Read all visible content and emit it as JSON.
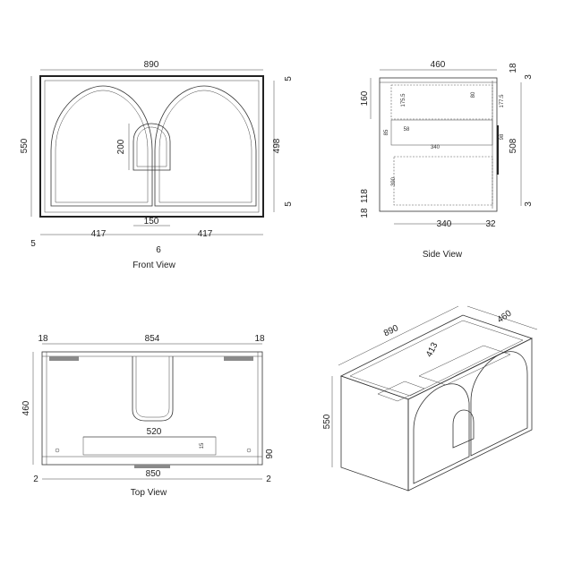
{
  "views": {
    "front": {
      "caption": "Front View",
      "dims": {
        "width": "890",
        "height": "550",
        "inner_height": "498",
        "top_gap": "5",
        "bottom_gap": "5",
        "panel_left": "417",
        "panel_right": "417",
        "side_left": "5",
        "center_gap": "6",
        "handle_width": "150",
        "handle_height": "200"
      }
    },
    "side": {
      "caption": "Side View",
      "dims": {
        "depth": "460",
        "top_thk": "18",
        "top_gap": "3",
        "upper_h": "160",
        "drawer_h": "508",
        "bottom_gap": "3",
        "lower_h": "118",
        "base_thk": "18",
        "inner_depth": "340",
        "right_thk": "32",
        "s175a": "175.5",
        "s80": "80",
        "s177": "177.5",
        "s85": "85",
        "s58": "58",
        "s340": "340",
        "s98": "98",
        "s390": "390"
      }
    },
    "top": {
      "caption": "Top View",
      "dims": {
        "inner_width": "854",
        "left_thk": "18",
        "right_thk": "18",
        "depth": "460",
        "cut_width": "520",
        "cut_depth": "15",
        "front_h": "90",
        "bottom_width": "850",
        "left_edge": "2",
        "right_edge": "2"
      }
    },
    "iso": {
      "dims": {
        "width": "890",
        "depth": "460",
        "height": "550",
        "inner": "413"
      }
    }
  }
}
